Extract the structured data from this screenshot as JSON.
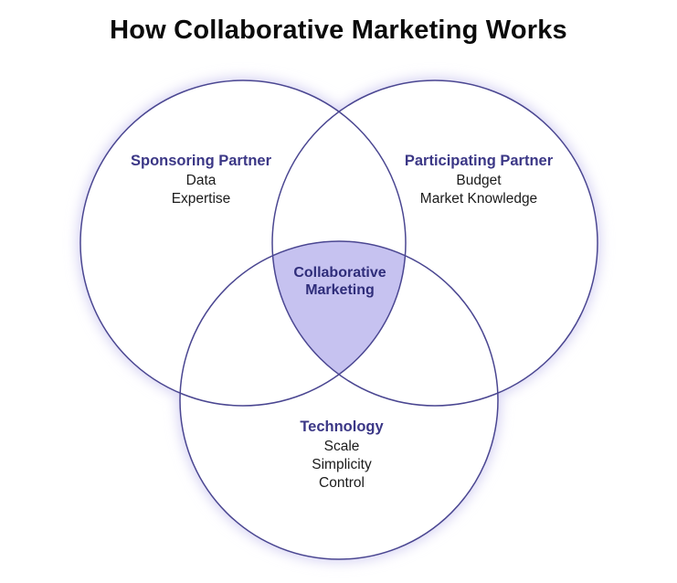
{
  "title": "How Collaborative Marketing Works",
  "diagram": {
    "type": "venn",
    "circles": [
      {
        "id": "sponsoring",
        "label": "Sponsoring Partner",
        "items": [
          "Data",
          "Expertise"
        ]
      },
      {
        "id": "participating",
        "label": "Participating Partner",
        "items": [
          "Budget",
          "Market Knowledge"
        ]
      },
      {
        "id": "technology",
        "label": "Technology",
        "items": [
          "Scale",
          "Simplicity",
          "Control"
        ]
      }
    ],
    "center_label": "Collaborative Marketing",
    "colors": {
      "background": "#ffffff",
      "title_text": "#0b0b0b",
      "circle_stroke": "#4a4691",
      "outer_glow": "#d6d2f3",
      "center_fill": "#c6c2f0",
      "heading_text": "#3b3786",
      "center_text": "#2f2d7a",
      "body_text": "#1b1b1b"
    }
  }
}
